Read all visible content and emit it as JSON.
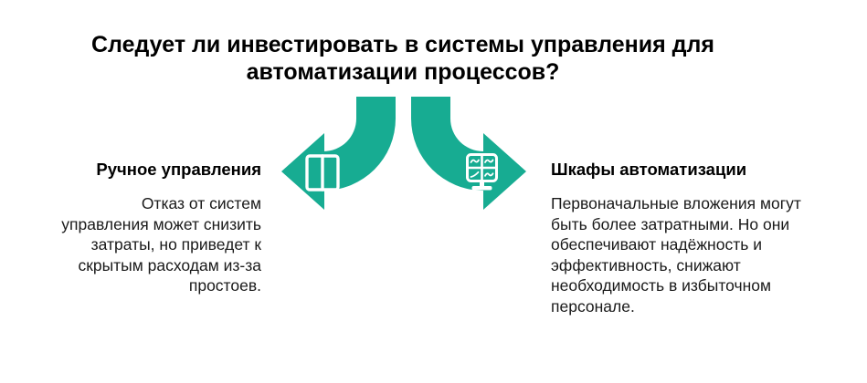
{
  "title": {
    "line1": "Следует ли инвестировать в системы управления для",
    "line2": "автоматизации процессов?"
  },
  "colors": {
    "accent": "#17AC92",
    "text": "#1a1a1a",
    "background": "#ffffff"
  },
  "left_option": {
    "heading": "Ручное управления",
    "body_lines": [
      "Отказ от систем",
      "управления может снизить",
      "затраты, но приведет к",
      "скрытым расходам из-за",
      "простоев."
    ],
    "icon": "cabinet-doors-icon"
  },
  "right_option": {
    "heading": "Шкафы автоматизации",
    "body_lines": [
      "Первоначальные вложения могут",
      "быть более затратными. Но они",
      "обеспечивают надёжность и",
      "эффективность, снижают",
      "необходимость в избыточном",
      "персонале."
    ],
    "icon": "automation-monitor-icon"
  }
}
